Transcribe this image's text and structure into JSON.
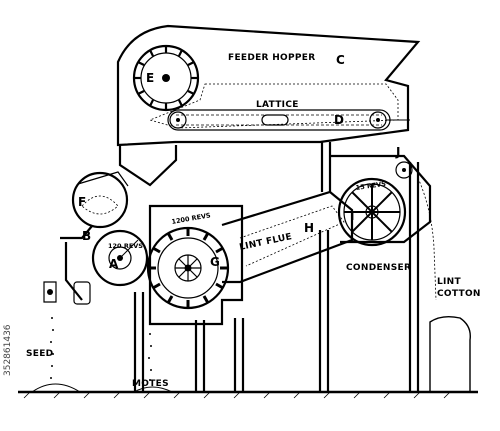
{
  "labels": {
    "feeder_hopper": "FEEDER HOPPER",
    "lattice": "LATTICE",
    "lint_flue": "LINT FLUE",
    "condenser": "CONDENSER",
    "lint_cotton_1": "LINT",
    "lint_cotton_2": "COTTON",
    "seed": "SEED",
    "motes": "MOTES",
    "revs_1200": "1200 REVS",
    "revs_120": "120 REVS",
    "revs_15": "15 REVS"
  },
  "letters": {
    "a": "A",
    "b": "B",
    "c": "C",
    "d": "D",
    "e": "E",
    "f": "F",
    "g": "G",
    "h": "H",
    "i": "I",
    "j": "J"
  },
  "watermark": "352861436"
}
